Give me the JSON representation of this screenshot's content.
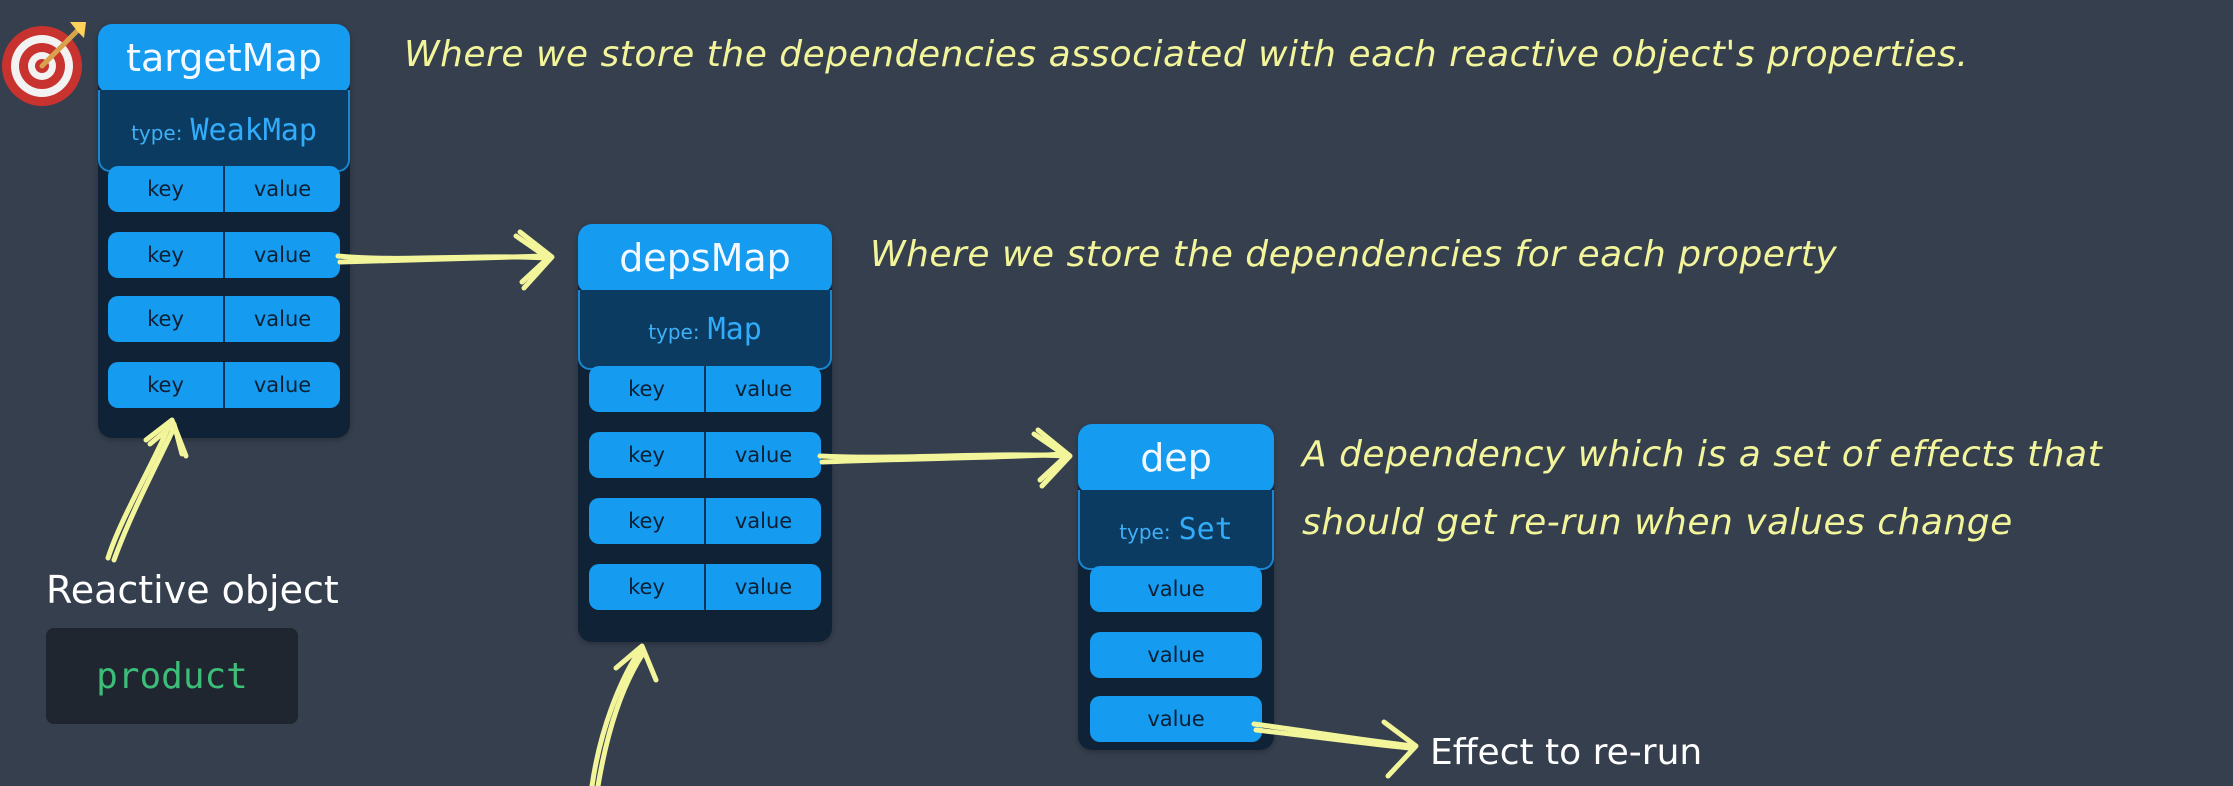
{
  "target_map": {
    "title": "targetMap",
    "type_label": "type:",
    "type_name": "WeakMap",
    "rows": [
      {
        "key": "key",
        "value": "value"
      },
      {
        "key": "key",
        "value": "value"
      },
      {
        "key": "key",
        "value": "value"
      },
      {
        "key": "key",
        "value": "value"
      }
    ]
  },
  "deps_map": {
    "title": "depsMap",
    "type_label": "type:",
    "type_name": "Map",
    "rows": [
      {
        "key": "key",
        "value": "value"
      },
      {
        "key": "key",
        "value": "value"
      },
      {
        "key": "key",
        "value": "value"
      },
      {
        "key": "key",
        "value": "value"
      }
    ]
  },
  "dep": {
    "title": "dep",
    "type_label": "type:",
    "type_name": "Set",
    "rows": [
      "value",
      "value",
      "value"
    ]
  },
  "notes": {
    "target_map": "Where we store the dependencies associated with each reactive object's properties.",
    "deps_map": "Where we store the dependencies for each property",
    "dep_line1": "A dependency which is a set of effects that",
    "dep_line2": "should get re-run when values change"
  },
  "reactive": {
    "label": "Reactive object",
    "code": "product"
  },
  "effect_label": "Effect to re-run",
  "icons": {
    "target": "target-icon",
    "arrows": "arrow-icon"
  },
  "colors": {
    "background": "#353f4e",
    "box_head": "#159bf0",
    "box_body": "#0f2236",
    "note_text": "#f3f59a",
    "code_text": "#3cbd78"
  }
}
